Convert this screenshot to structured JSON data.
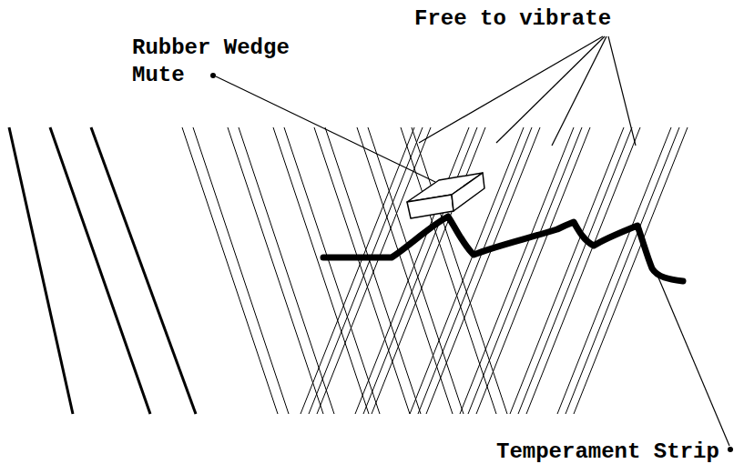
{
  "diagram": {
    "labels": [
      "Free to vibrate",
      "Rubber Wedge Mute",
      "Temperament Strip"
    ]
  }
}
